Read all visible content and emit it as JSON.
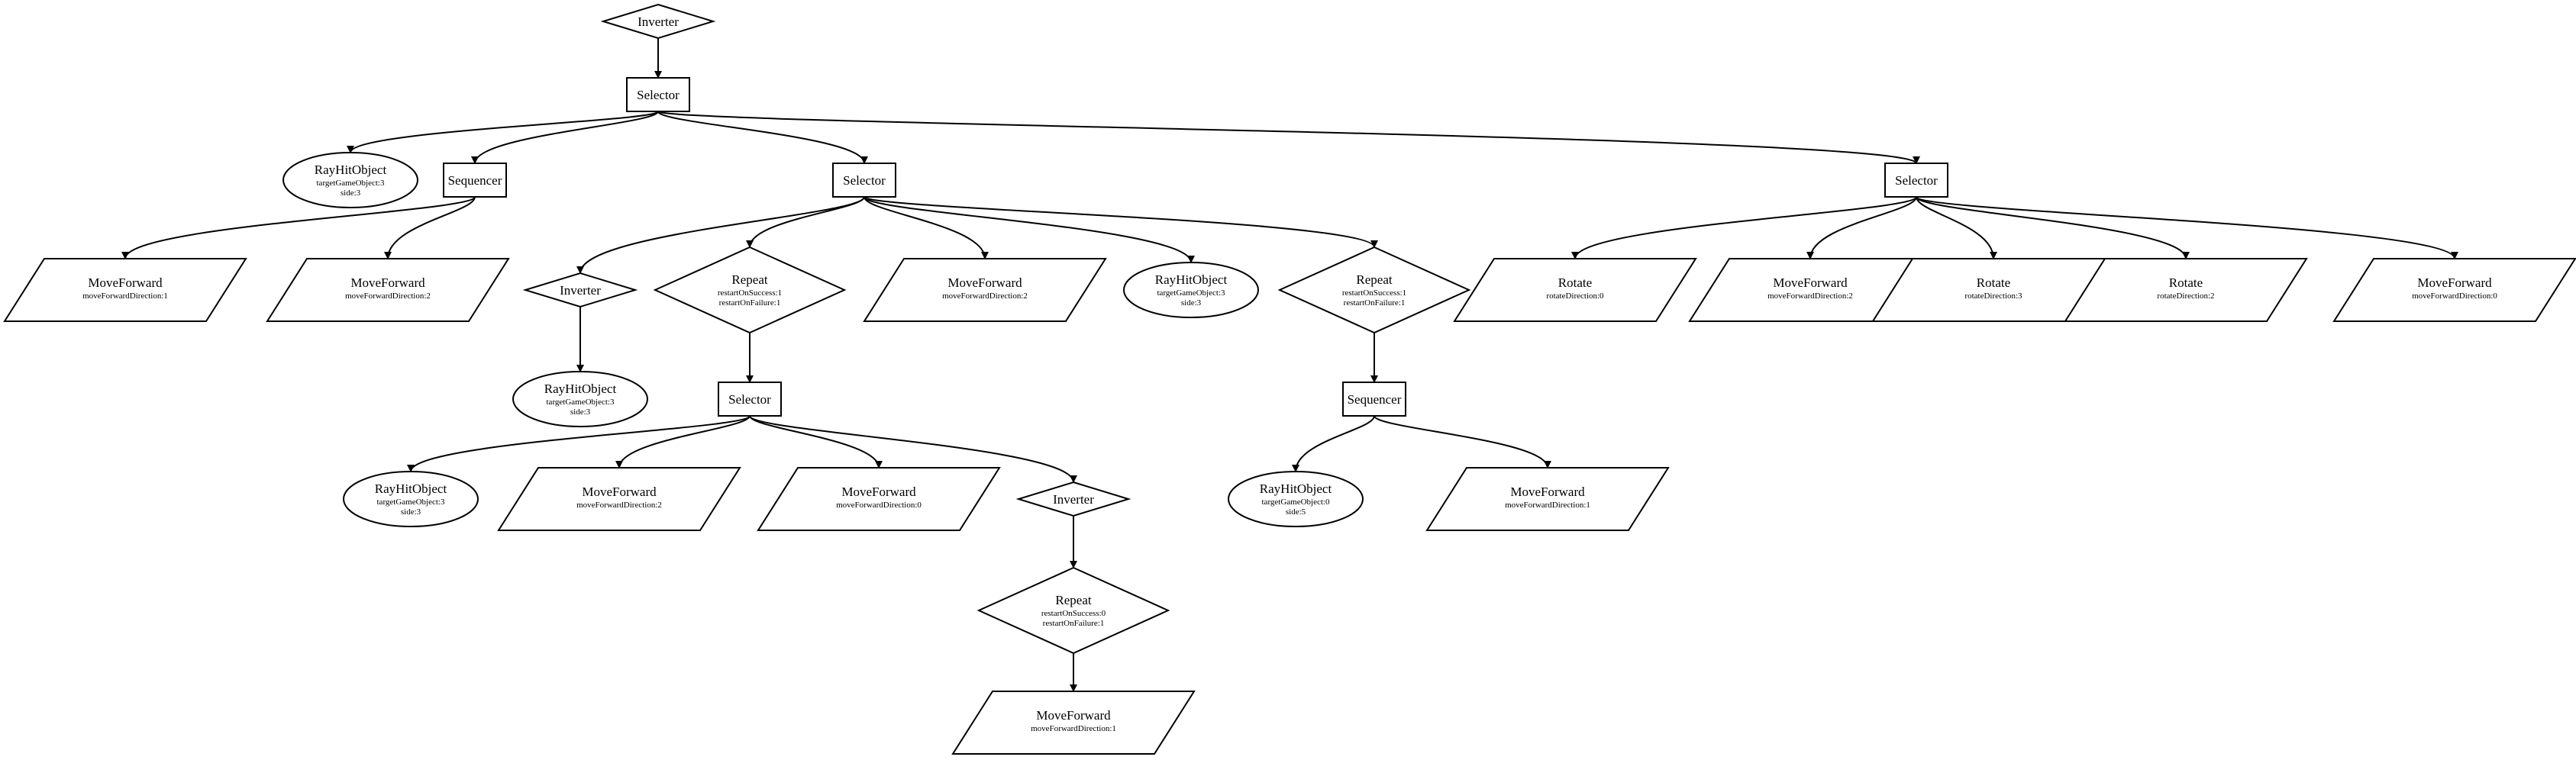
{
  "nodes": {
    "inverter_root": {
      "kind": "diamond",
      "title": "Inverter",
      "params": []
    },
    "selector_root": {
      "kind": "box",
      "title": "Selector",
      "params": []
    },
    "rayhit_a": {
      "kind": "ellipse",
      "title": "RayHitObject",
      "params": [
        "targetGameObject:3",
        "side:3"
      ]
    },
    "sequencer_a": {
      "kind": "box",
      "title": "Sequencer",
      "params": []
    },
    "selector_mid": {
      "kind": "box",
      "title": "Selector",
      "params": []
    },
    "selector_right": {
      "kind": "box",
      "title": "Selector",
      "params": []
    },
    "move_a1": {
      "kind": "para",
      "title": "MoveForward",
      "params": [
        "moveForwardDirection:1"
      ]
    },
    "move_a2": {
      "kind": "para",
      "title": "MoveForward",
      "params": [
        "moveForwardDirection:2"
      ]
    },
    "inverter_m1": {
      "kind": "diamond",
      "title": "Inverter",
      "params": []
    },
    "repeat_m2": {
      "kind": "diamond",
      "title": "Repeat",
      "params": [
        "restartOnSuccess:1",
        "restartOnFailure:1"
      ]
    },
    "move_m3": {
      "kind": "para",
      "title": "MoveForward",
      "params": [
        "moveForwardDirection:2"
      ]
    },
    "rayhit_m4": {
      "kind": "ellipse",
      "title": "RayHitObject",
      "params": [
        "targetGameObject:3",
        "side:3"
      ]
    },
    "repeat_m5": {
      "kind": "diamond",
      "title": "Repeat",
      "params": [
        "restartOnSuccess:1",
        "restartOnFailure:1"
      ]
    },
    "rotate_r1": {
      "kind": "para",
      "title": "Rotate",
      "params": [
        "rotateDirection:0"
      ]
    },
    "move_r2": {
      "kind": "para",
      "title": "MoveForward",
      "params": [
        "moveForwardDirection:2"
      ]
    },
    "rotate_r3": {
      "kind": "para",
      "title": "Rotate",
      "params": [
        "rotateDirection:3"
      ]
    },
    "rotate_r4": {
      "kind": "para",
      "title": "Rotate",
      "params": [
        "rotateDirection:2"
      ]
    },
    "move_r5": {
      "kind": "para",
      "title": "MoveForward",
      "params": [
        "moveForwardDirection:0"
      ]
    },
    "rayhit_m1a": {
      "kind": "ellipse",
      "title": "RayHitObject",
      "params": [
        "targetGameObject:3",
        "side:3"
      ]
    },
    "selector_m2a": {
      "kind": "box",
      "title": "Selector",
      "params": []
    },
    "sequencer_m5a": {
      "kind": "box",
      "title": "Sequencer",
      "params": []
    },
    "rayhit_s1": {
      "kind": "ellipse",
      "title": "RayHitObject",
      "params": [
        "targetGameObject:3",
        "side:3"
      ]
    },
    "move_s2": {
      "kind": "para",
      "title": "MoveForward",
      "params": [
        "moveForwardDirection:2"
      ]
    },
    "move_s3": {
      "kind": "para",
      "title": "MoveForward",
      "params": [
        "moveForwardDirection:0"
      ]
    },
    "inverter_s4": {
      "kind": "diamond",
      "title": "Inverter",
      "params": []
    },
    "rayhit_q1": {
      "kind": "ellipse",
      "title": "RayHitObject",
      "params": [
        "targetGameObject:0",
        "side:5"
      ]
    },
    "move_q2": {
      "kind": "para",
      "title": "MoveForward",
      "params": [
        "moveForwardDirection:1"
      ]
    },
    "repeat_s4a": {
      "kind": "diamond",
      "title": "Repeat",
      "params": [
        "restartOnSuccess:0",
        "restartOnFailure:1"
      ]
    },
    "move_final": {
      "kind": "para",
      "title": "MoveForward",
      "params": [
        "moveForwardDirection:1"
      ]
    }
  },
  "edges": [
    [
      "inverter_root",
      "selector_root"
    ],
    [
      "selector_root",
      "rayhit_a"
    ],
    [
      "selector_root",
      "sequencer_a"
    ],
    [
      "selector_root",
      "selector_mid"
    ],
    [
      "selector_root",
      "selector_right"
    ],
    [
      "sequencer_a",
      "move_a1"
    ],
    [
      "sequencer_a",
      "move_a2"
    ],
    [
      "selector_mid",
      "inverter_m1"
    ],
    [
      "selector_mid",
      "repeat_m2"
    ],
    [
      "selector_mid",
      "move_m3"
    ],
    [
      "selector_mid",
      "rayhit_m4"
    ],
    [
      "selector_mid",
      "repeat_m5"
    ],
    [
      "selector_right",
      "rotate_r1"
    ],
    [
      "selector_right",
      "move_r2"
    ],
    [
      "selector_right",
      "rotate_r3"
    ],
    [
      "selector_right",
      "rotate_r4"
    ],
    [
      "selector_right",
      "move_r5"
    ],
    [
      "inverter_m1",
      "rayhit_m1a"
    ],
    [
      "repeat_m2",
      "selector_m2a"
    ],
    [
      "repeat_m5",
      "sequencer_m5a"
    ],
    [
      "selector_m2a",
      "rayhit_s1"
    ],
    [
      "selector_m2a",
      "move_s2"
    ],
    [
      "selector_m2a",
      "move_s3"
    ],
    [
      "selector_m2a",
      "inverter_s4"
    ],
    [
      "sequencer_m5a",
      "rayhit_q1"
    ],
    [
      "sequencer_m5a",
      "move_q2"
    ],
    [
      "inverter_s4",
      "repeat_s4a"
    ],
    [
      "repeat_s4a",
      "move_final"
    ]
  ]
}
